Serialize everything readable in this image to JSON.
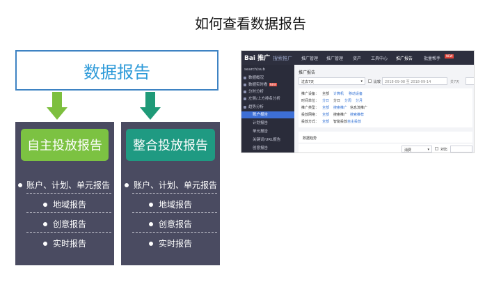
{
  "title": "如何查看数据报告",
  "main_box": {
    "label": "数据报告"
  },
  "colors": {
    "arrow_left": "#7dbf3e",
    "arrow_right": "#1f9a78",
    "head_left": "#7cc242",
    "head_right": "#1f9a82",
    "panel": "#4a4b61",
    "main_border": "#3e83c3",
    "main_text": "#2f9bd9"
  },
  "panels": [
    {
      "header": "自主投放报告",
      "items": [
        "账户、计划、单元报告",
        "地域报告",
        "创意报告",
        "实时报告"
      ]
    },
    {
      "header": "整合投放报告",
      "items": [
        "账户、计划、单元报告",
        "地域报告",
        "创意报告",
        "实时报告"
      ]
    }
  ],
  "screenshot": {
    "logo": "Bai 推广",
    "logo_sub": "搜索推广",
    "nav": [
      "推广管理",
      "推广管理",
      "资产",
      "工具中心",
      "推广报告",
      "批量帮手"
    ],
    "nav_badge": "NEW",
    "search": "search/sub",
    "sidebar": [
      "数据概况",
      "数据实时看",
      "分时分析",
      "左侧/上方排名分析",
      "趋势分析",
      "账户报告",
      "计划报告",
      "单元报告",
      "关键词/URL报告",
      "创意报告"
    ],
    "sidebar_badge": "NEW",
    "page_title": "推广报告",
    "date_select": "过去7天",
    "compare_label": "比较",
    "date_range": "2018-09-08 至 2018-09-14",
    "compare_range": "关7天",
    "rows": [
      {
        "label": "推广设备：",
        "opts": [
          "全部",
          "计算机",
          "移动设备"
        ]
      },
      {
        "label": "时间单位：",
        "opts": [
          "分日",
          "分日",
          "分周",
          "分月"
        ]
      },
      {
        "label": "推广类型：",
        "opts": [
          "全部",
          "搜索推广",
          "信息流推广"
        ]
      },
      {
        "label": "投放网络：",
        "opts": [
          "全部",
          "搜索推广",
          "搜索推荐"
        ]
      },
      {
        "label": "投放方式：",
        "opts": [
          "全部",
          "智能投放",
          "自主投放"
        ]
      }
    ],
    "section_title": "数据趋势",
    "bottom_select": "消费",
    "bottom_label": "对比"
  }
}
